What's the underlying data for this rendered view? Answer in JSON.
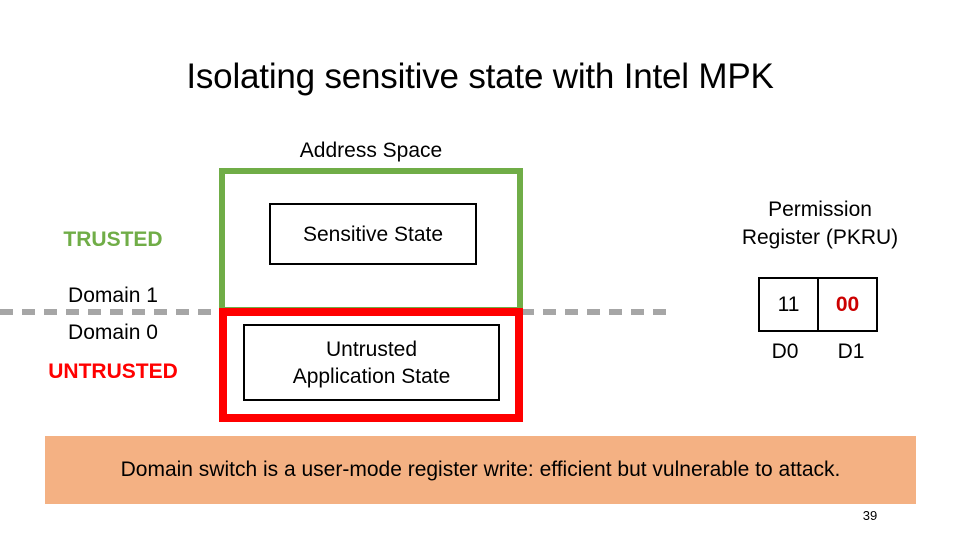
{
  "slide": {
    "title": "Isolating sensitive state with Intel MPK",
    "number": "39"
  },
  "address_space": {
    "caption": "Address Space",
    "trusted_region": {
      "border_color": "#70AD47",
      "state_box_label": "Sensitive State"
    },
    "untrusted_region": {
      "border_color": "#FF0000",
      "state_box_label_line1": "Untrusted",
      "state_box_label_line2": "Application State"
    }
  },
  "side_labels": {
    "trusted": "TRUSTED",
    "trusted_color": "#70AD47",
    "domain_1": "Domain 1",
    "domain_0": "Domain 0",
    "untrusted": "UNTRUSTED",
    "untrusted_color": "#FF0000"
  },
  "pkru": {
    "caption_line1": "Permission",
    "caption_line2": "Register (PKRU)",
    "cells": [
      {
        "value": "11",
        "label": "D0",
        "highlight": false
      },
      {
        "value": "00",
        "label": "D1",
        "highlight": true
      }
    ],
    "highlight_color": "#CC0000"
  },
  "takeaway": {
    "text": "Domain switch is a user-mode register write: efficient but vulnerable to attack.",
    "background_color": "#F4B183"
  }
}
